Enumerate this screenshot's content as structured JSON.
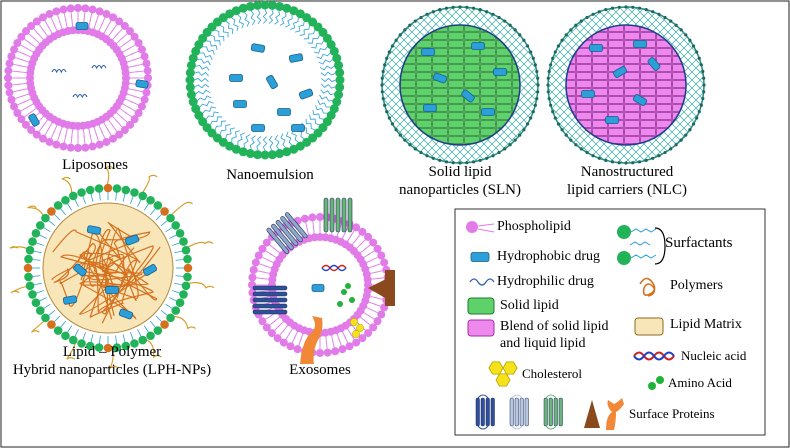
{
  "figure": {
    "panels": {
      "liposomes": "Liposomes",
      "nanoemulsion": "Nanoemulsion",
      "sln_line1": "Solid lipid",
      "sln_line2": "nanoparticles (SLN)",
      "nlc_line1": "Nanostructured",
      "nlc_line2": "lipid carriers (NLC)",
      "lph_line1": "Lipid – Polymer",
      "lph_line2": "Hybrid nanoparticles (LPH-NPs)",
      "exosomes": "Exosomes"
    },
    "legend": {
      "phospholipid": "Phospholipid",
      "surfactants": "Surfactants",
      "hydrophobic_drug": "Hydrophobic drug",
      "hydrophilic_drug": "Hydrophilic drug",
      "polymers": "Polymers",
      "solid_lipid": "Solid lipid",
      "lipid_matrix": "Lipid Matrix",
      "blend_line1": "Blend of solid lipid",
      "blend_line2": "and liquid lipid",
      "nucleic_acid": "Nucleic acid",
      "cholesterol": "Cholesterol",
      "amino_acid": "Amino Acid",
      "surface_proteins": "Surface Proteins"
    },
    "colors": {
      "phospholipid": "#e07be8",
      "surfactant_head": "#22b35a",
      "drug": "#2a9fd8",
      "solid_lipid": "#5fd16a",
      "blend": "#ee88ee",
      "lipid_matrix": "#f8e6b8",
      "polymer": "#d4711f",
      "cholesterol": "#f5e21a",
      "amino_acid": "#1fb33a",
      "protein_brown": "#8b4a1e",
      "protein_orange": "#f08838"
    }
  }
}
